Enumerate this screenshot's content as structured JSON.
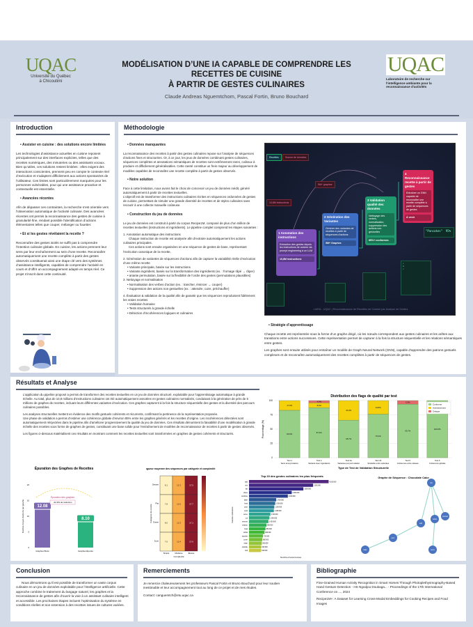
{
  "header": {
    "left_logo": {
      "name": "UQAC",
      "subtitle_1": "Université du Québec",
      "subtitle_2": "à Chicoutimi"
    },
    "title_1": "MODÉLISATION D’UNE IA CAPABLE DE COMPRENDRE LES",
    "title_2": "RECETTES DE CUISINE",
    "title_3": "À PARTIR DE GESTES CULINAIRES",
    "authors": "Claude Andreas Nguemtchom, Pascal Fortin, Bruno Bouchard",
    "right_logo": {
      "name": "UQAC",
      "subtitle": "Laboratoire de recherche sur l'intelligence ambiante pour la reconnaissance d'activités"
    }
  },
  "intro": {
    "title": "Introduction",
    "h1": "Assister en cuisine : des solutions encore limitées",
    "p1": "Les technologies d’assistance actuelles en cuisine reposent principalement sur des interfaces explicites, telles que des recettes numériques, des minuteries ou des assistants vocaux. Bien qu’utiles, ces solutions restent limitées : elles exigent des interactions conscientes, prennent peu en compte le contexte réel d’exécution et s’adaptent difficilement aux actions spontanées de l’utilisateur. Ces limites sont particulièrement marquées pour les personnes vulnérables, pour qui une assistance proactive et contextuelle est essentielle.",
    "h2": "Avancées récentes",
    "p2": "Afin de dépasser ces contraintes, la recherche s’est orientée vers l’observation automatique de l’activité culinaire. Des avancées récentes ont permis la reconnaissance des gestes de cuisine à granularité fine, rendant possible l’identification d’actions élémentaires telles que couper, mélanger ou fouetter.",
    "h3": "Et si les gestes révélaient la recette ?",
    "p3": "Reconnaître des gestes isolés ne suffit pas à comprendre l’intention culinaire globale. En cuisine, les actions prennent leur sens par leur enchaînement au sein d’une recette. Reconnaître automatiquement une recette complète à partir des gestes observés constituerait ainsi une étape clé vers des systèmes d’assistance intelligents, capables de comprendre l’activité en cours et d’offrir un accompagnement adapté en temps réel. Ce projet s’inscrit dans cette continuité."
  },
  "method": {
    "title": "Méthodologie",
    "h1": "Données manquantes",
    "p1": "La reconnaissance des recettes à partir des gestes culinaires repose sur l’analyse de séquences d’actions fines et structurées. Or, à ce jour, les jeux de données combinant gestes culinaires, séquences complètes et annotations sémantiques de recettes sont extrêmement rares, coûteux à produire et difficilement généralisables. Cette rareté constitue un frein majeur au développement de modèles capables de reconnaître une recette complète à partir de gestes observés.",
    "h2": "Notre solution",
    "p2a": "Face à cette limitation, nous avons fait le choix de concevoir un jeu de données inédit, généré automatiquement à partir de recettes textuelles.",
    "p2b": "L’objectif est de transformer des instructions culinaires écrites en séquences ordonnées de gestes de cuisine, permettant de simuler une grande diversité de recettes et de styles culinaires sans recourir à une collecte manuelle coûteuse.",
    "h3": "Construction du jeu de données",
    "p3": "Le jeu de données est construit à partir du corpus Recipe1M, composé de plus d’un million de recettes textuelles (instructions et ingrédients). Le pipeline complet comprend les étapes suivantes :",
    "s1": "1. Annotation automatique des instructions",
    "s1a": "Chaque instruction de recette est analysée afin d’extraire automatiquement les actions culinaires principales.",
    "s1b": "Ces actions sont ensuite organisées en une séquence de gestes de base, représentant l’exécution canonique de la recette.",
    "s2": "2. Génération de variantes de séquences d’actions afin de capturer la variabilité réelle d’exécution d’une même recette",
    "s2_items": [
      "Variante principale, basée sur les instructions",
      "Variante ingrédient, basée sur la transformation des ingrédients (ex. : fromage râpé → râper)",
      "ariante permutation, basée sur la flexibilité de l’ordre des gestes (permutations plausibles)"
    ],
    "s3": "3. Nettoyage et normalisation",
    "s3_items": [
      "Normalisation des verbes d’action (ex. : trancher, émincer → couper)",
      "Suppression des actions non gestuelles (ex. : attendre, cuire, préchauffer)"
    ],
    "s4": "4. Évaluation & validation de la qualité afin de garantir que les séquences reproduisent fidèlement les vraies recettes",
    "s4_items": [
      "Validation humaine",
      "Tests structurels à grande échelle",
      "Détection d’incohérences logiques et culinaires"
    ],
    "h4": "Stratégie d’apprentissage",
    "p4": "Chaque recette est représentée sous la forme d’un graphe dirigé, où les nœuds correspondent aux gestes culinaires et les arêtes aux transitions entre actions successives. Cette représentation permet de capturer à la fois la structure séquentielle et les relations sémantiques entre gestes.",
    "p5": "Les graphes sont ensuite utilisés pour entraîner un modèle de Graph Neural Network (GNN), capable d’apprendre des patrons gestuels complexes et de reconnaître automatiquement des recettes complètes à partir de séquences de gestes.",
    "diagram": {
      "tag1": "Recettes",
      "tag2": "Source de données",
      "tag3": "10,8M instructions",
      "tag4": "5M+ graphes",
      "cards": [
        {
          "num": "1",
          "title": "Annotation des instructions",
          "body": "Extraction des gestes depuis les instructions de cuisine via prompt engineering à un LLM",
          "stat": "10,8M instructions",
          "color": "#7b4fb8"
        },
        {
          "num": "2",
          "title": "Génération des Variantes",
          "body": "Générer des variantes de recettes à partir de séquences d’actions",
          "stat": "5M+ Graphes",
          "color": "#3f6fc4"
        },
        {
          "num": "3",
          "title": "Validation qualité des données",
          "body": "Nettoyage des verbes, normalisation, suppression des actions non gestuelles",
          "stat": "85%+ conformes",
          "color": "#1f9a6e"
        },
        {
          "num": "4",
          "title": "Reconnaissance recette à partir de gestes",
          "body": "Entraîner un GNN capable de reconnaître une recette complète à partir de séquences de gestes",
          "stat": "À venir",
          "color": "#d62a5b"
        }
      ],
      "output": "\"Pancakes\"  95%",
      "footer": "LIARA - UQAC | Reconnaissance de Recettes de Cuisine par Analyse de Gestes"
    }
  },
  "results": {
    "title": "Résultats et Analyse",
    "p1": "L’application du pipeline proposé a permis de transformer des recettes textuelles en un jeu de données structuré, exploitable pour l’apprentissage automatique à grande échelle. Au total, plus de 10,8 millions d’instructions culinaires ont été automatiquement annotées en gestes culinaires normalisés, conduisant à la génération de près de 5 millions de graphes de recettes, incluant leurs différentes variantes d’exécution. Ces graphes capturent à la fois la structure séquentielle des gestes et la diversité des parcours culinaires possibles.",
    "p2": "Les analyses structurelles mettent en évidence des motifs gestuels cohérents et récurrents, confirmant la pertinence de la représentation proposée.",
    "p3": "Une phase de validation a permis d’estimer une cohérence globale d’environ 85% entre les graphes générés et les recettes d’origine. Les incohérences détectées sont automatiquement réinjectées dans le pipeline afin d’améliorer progressivement la qualité du jeu de données. Ces résultats démontrent la faisabilité d’une modélisation à grande échelle des recettes sous forme de graphes de gestes, constituant une base solide pour l’entraînement de modèles de reconnaissance de recettes à partir de gestes observés.",
    "p4": "Les figures ci-dessous matérialisent ces résultats en montrant comment les recettes textuelles sont transformées en graphes de gestes cohérents et structurés."
  },
  "chart_data": [
    {
      "type": "bar",
      "stacked": true,
      "title": "Distribution des flags de qualité par test",
      "xlabel": "Type de Test de Validation Structurelle",
      "ylabel": "Pourcentage (%)",
      "ylim": [
        0,
        100
      ],
      "yticks": [
        0,
        25,
        50,
        75,
        100
      ],
      "legend": "top-right",
      "grid": true,
      "categories": [
        "Test 1 Sans anonymisation",
        "Test 2 Variante avec ingrédients",
        "Test 3a Variantes par permutation",
        "Test 4b Similarité entre variantes",
        "Test 5 Cohérence entre classes",
        "Test 6 Cohérence globale"
      ],
      "series": [
        {
          "name": "Conforme",
          "color": "#98cf86",
          "values": [
            83.0,
            87.4,
            65.7,
            76.2,
            93.7,
            100.0
          ]
        },
        {
          "name": "Avertissement",
          "color": "#f5d10c",
          "values": [
            17.0,
            8.6,
            34.3,
            23.8,
            0,
            0
          ]
        },
        {
          "name": "Critique",
          "color": "#e36a6a",
          "values": [
            0,
            4.0,
            0,
            0,
            6.3,
            0
          ]
        }
      ]
    },
    {
      "type": "bar",
      "title": "Épuration des Graphes de Recettes",
      "ylabel": "Nombre moyen d'actions par graphe",
      "ylim": [
        0,
        20
      ],
      "categories": [
        "Graphes Bruts",
        "Graphes Épurés"
      ],
      "values": [
        12.08,
        8.1
      ],
      "colors": [
        "#7b68b0",
        "#2bb37f"
      ],
      "annotation": "Épuration des graphes",
      "reduction": "-32.9% de réduction"
    },
    {
      "type": "heatmap",
      "title": "Longueur moyenne des séquences par catégorie et complexité",
      "ylabel": "Catégorie de recette",
      "xlabel": "Complexité",
      "columns": [
        "Simple",
        "Modérée",
        "Élevée"
      ],
      "rows": [
        "Dessert",
        "Plat",
        "Entrée",
        "Autre"
      ],
      "values": [
        [
          8.1,
          12.3,
          17.5
        ],
        [
          7.8,
          12.5,
          17.7
        ],
        [
          8.0,
          12.3,
          17.1
        ],
        [
          7.6,
          12.4,
          17.6
        ]
      ]
    },
    {
      "type": "bar",
      "orientation": "horizontal",
      "title": "Top 20 des gestes culinaires les plus fréquents",
      "xlabel": "Nombre d'occurrences",
      "ylabel": "Gestes culinaires",
      "categories": [
        "add",
        "mix",
        "stir",
        "place",
        "combine",
        "bake",
        "heat",
        "pour",
        "cook",
        "serve",
        "cut",
        "remove",
        "season",
        "beat",
        "whisk",
        "transfer",
        "cover",
        "drain",
        "sprinkle",
        "boil"
      ],
      "values": [
        4100000,
        3300000,
        2800000,
        2200000,
        2000000,
        1400000,
        1350000,
        1300000,
        1280000,
        1100000,
        1050000,
        1000000,
        900000,
        850000,
        800000,
        720000,
        680000,
        660000,
        630000,
        620000
      ]
    },
    {
      "type": "graph",
      "title": "Graphe de Séquence : Chocolate Cake",
      "nodes": [
        "mix",
        "whisk",
        "add",
        "preheat",
        "pour",
        "bake",
        "serve"
      ],
      "edges": [
        [
          "mix",
          "add"
        ],
        [
          "mix",
          "whisk"
        ],
        [
          "preheat",
          "mix"
        ],
        [
          "add",
          "pour"
        ],
        [
          "pour",
          "bake"
        ],
        [
          "serve",
          "whisk"
        ]
      ]
    }
  ],
  "conclusion": {
    "title": "Conclusion",
    "text": "Nous démontrons qu’il est possible de transformer un vaste corpus culinaire en un jeu de données exploitable pour l’intelligence artificielle. Cette approche combine le traitement du langage naturel, les graphes et la reconnaissance de gestes afin d’ouvrir la voie à un assistant culinaire intelligent et accessible. Les prochaines étapes incluent l’optimisation du système en conditions réelles et son extension à des recettes issues de cultures variées."
  },
  "thanks": {
    "title": "Remerciements",
    "text": "Je remercie chaleureusement les professeurs Pascal Fortin et Bruno Bouchard pour leur soutien inestimable et leur accompagnement tout au long de ce projet et de mes études.",
    "contact": "Contact: canguemtch@etu.uqac.ca"
  },
  "biblio": {
    "title": "Bibliographie",
    "ref1": "Fine-Grained Human Activity Recognition in Smart Homes Through Photoplethysmography-Based Hand Gesture Detection - HS Ngodjou Doukaga... - Proceedings of the 17th International Conference on ..., 2024",
    "ref2": "Recipe1M+: A Dataset for Learning Cross-Modal Embeddings for Cooking Recipes and Food Images"
  }
}
